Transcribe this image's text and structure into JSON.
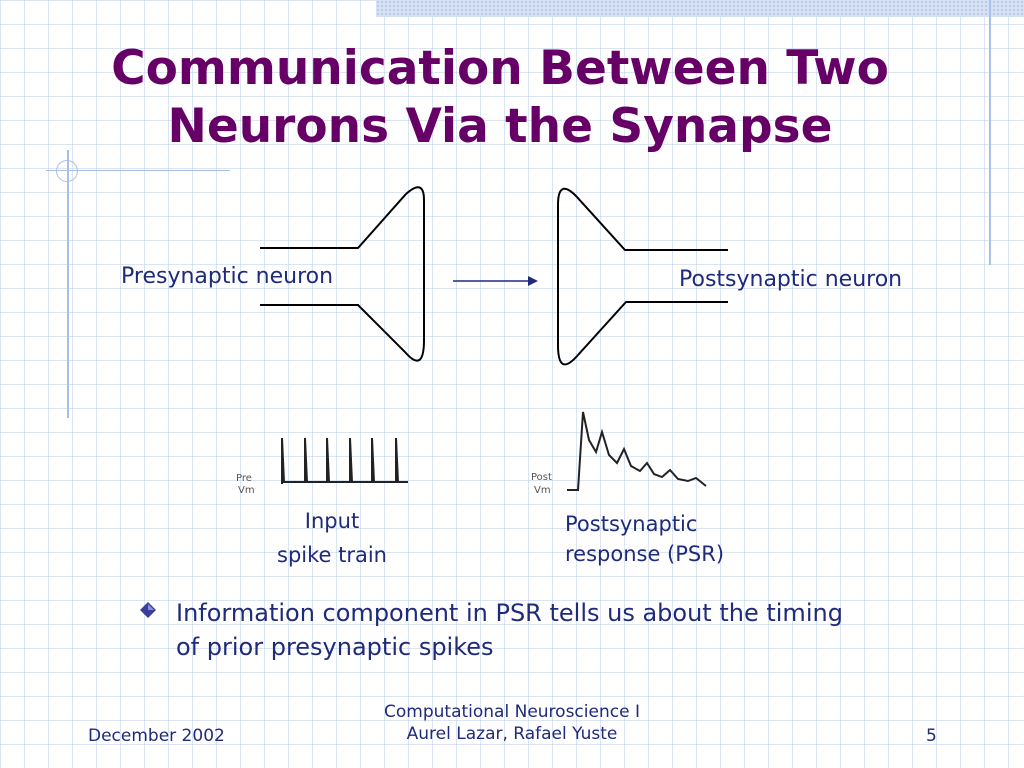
{
  "slide": {
    "title_line1": "Communication Between Two",
    "title_line2": "Neurons Via the Synapse"
  },
  "diagram": {
    "presynaptic_label": "Presynaptic neuron",
    "postsynaptic_label": "Postsynaptic neuron",
    "pre_trace_axis_label": [
      "Pre",
      "Vm"
    ],
    "post_trace_axis_label": [
      "Post",
      "Vm"
    ],
    "input_caption_line1": "Input",
    "input_caption_line2": "spike train",
    "psr_caption_line1": "Postsynaptic",
    "psr_caption_line2": "response (PSR)"
  },
  "bullets": [
    {
      "line1": "Information component in PSR tells us about the timing",
      "line2": "of prior presynaptic spikes"
    }
  ],
  "footer": {
    "date": "December 2002",
    "course": "Computational Neuroscience I",
    "authors": "Aurel Lazar, Rafael Yuste",
    "page_number": "5"
  },
  "colors": {
    "title": "#660066",
    "text": "#1f2a7a",
    "rule": "#a9bfe6",
    "bullet": "#3a3f9a"
  }
}
